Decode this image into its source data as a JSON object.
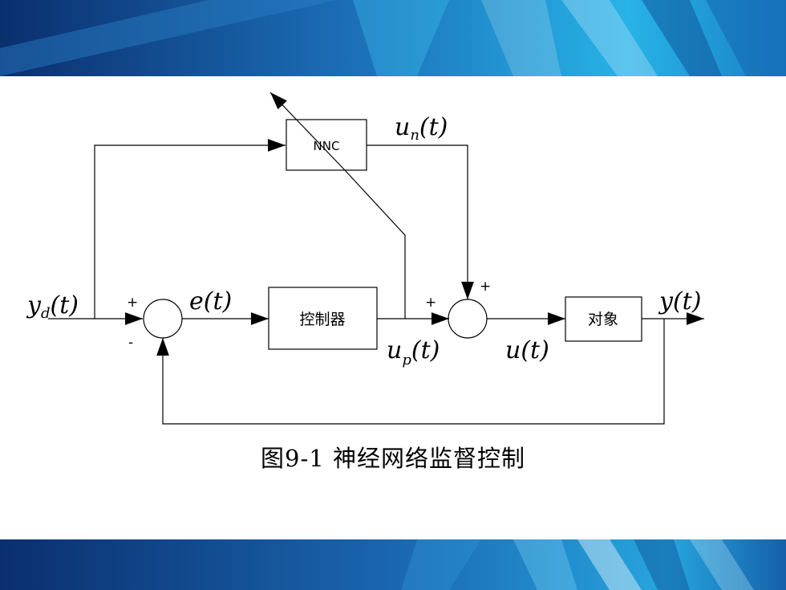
{
  "colors": {
    "band_dark": "#0a2f6e",
    "band_mid": "#1c6fb8",
    "band_light": "#27b3e6",
    "line": "#000000"
  },
  "blocks": {
    "nnc": "NNC",
    "controller": "控制器",
    "plant": "对象"
  },
  "signals": {
    "yd": {
      "base": "y",
      "sub": "d",
      "arg": "(t)"
    },
    "e": {
      "base": "e",
      "arg": "(t)"
    },
    "un": {
      "base": "u",
      "sub": "n",
      "arg": "(t)"
    },
    "up": {
      "base": "u",
      "sub": "p",
      "arg": "(t)"
    },
    "u": {
      "base": "u",
      "arg": "(t)"
    },
    "y": {
      "base": "y",
      "arg": "(t)"
    }
  },
  "signs": {
    "sum1_plus": "+",
    "sum1_minus": "-",
    "sum2_left_plus": "+",
    "sum2_top_plus": "+"
  },
  "caption": "图9-1  神经网络监督控制"
}
